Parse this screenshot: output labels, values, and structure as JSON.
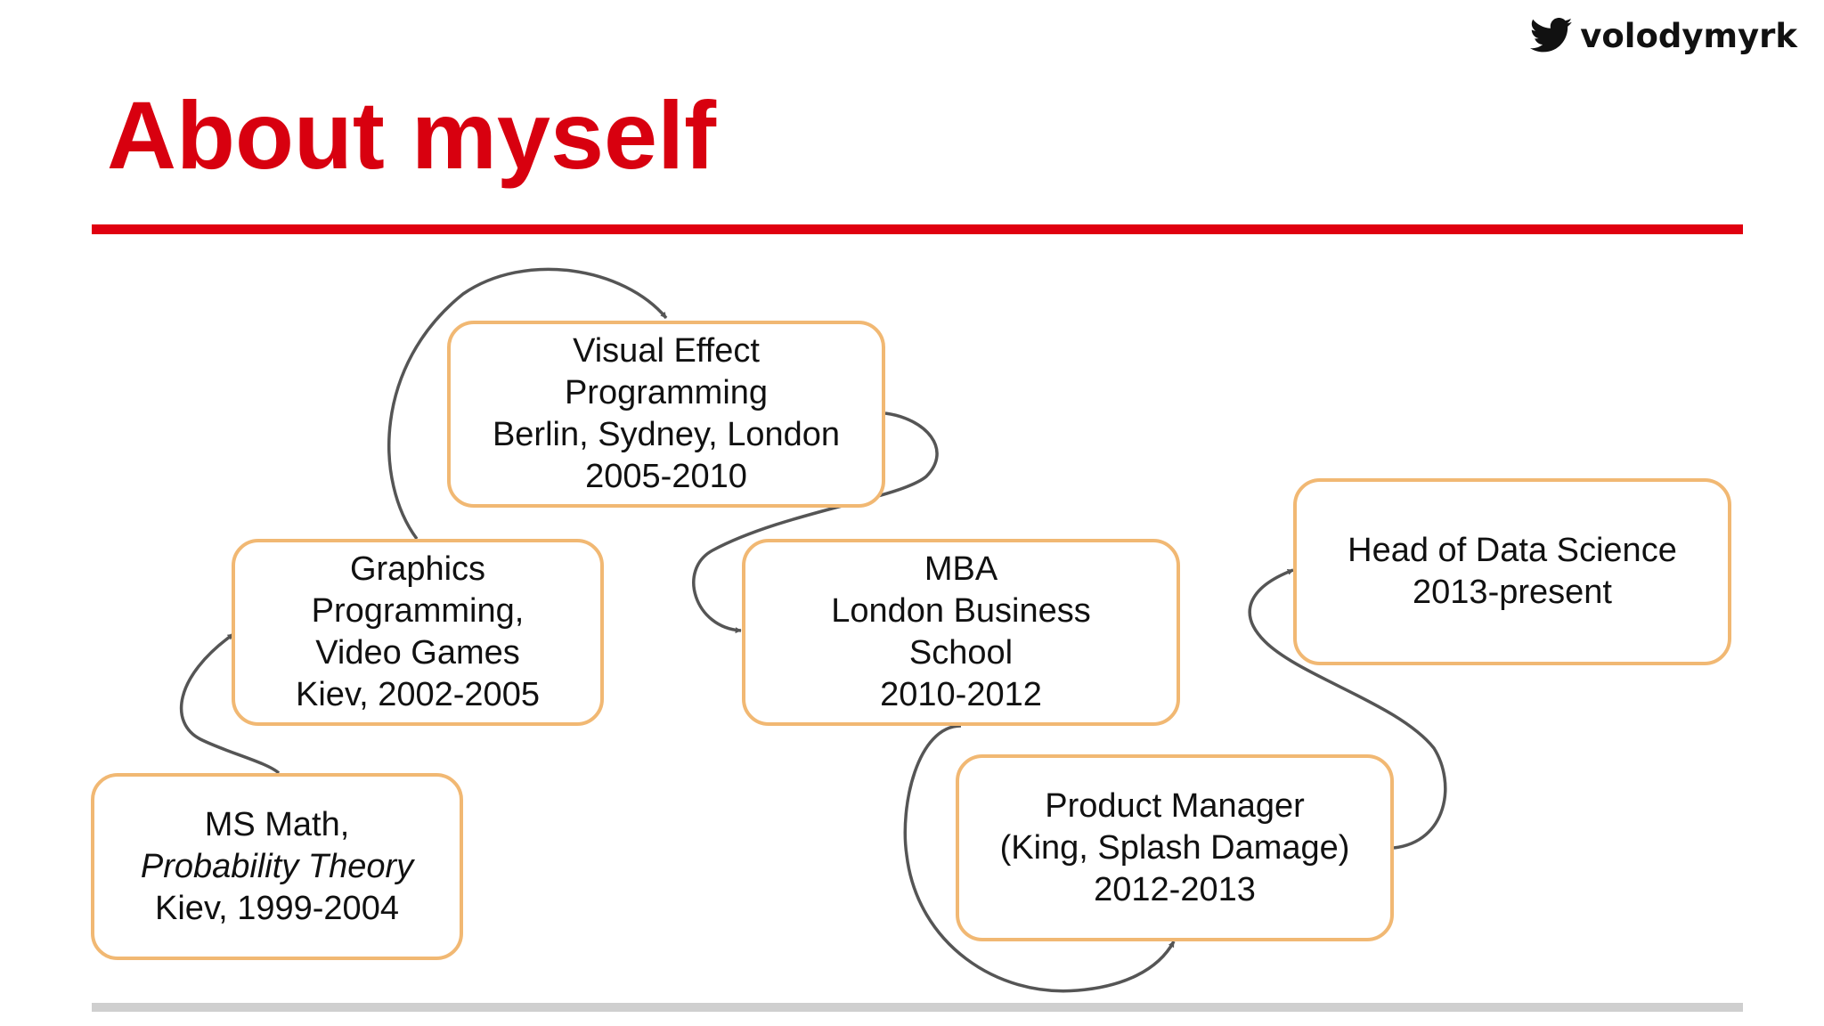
{
  "header": {
    "handle": "volodymyrk",
    "icon": "twitter-bird-icon",
    "title": "About myself"
  },
  "colors": {
    "title": "#d8000f",
    "rule": "#e00010",
    "box_border": "#f1b873",
    "connector": "#555555",
    "footer_rule": "#cfcfcf"
  },
  "timeline": [
    {
      "id": "ms",
      "lines": [
        "MS Math,",
        "Probability Theory",
        "Kiev, 1999-2004"
      ]
    },
    {
      "id": "gp",
      "lines": [
        "Graphics",
        "Programming,",
        "Video Games",
        "Kiev, 2002-2005"
      ]
    },
    {
      "id": "vfx",
      "lines": [
        "Visual Effect",
        "Programming",
        "Berlin, Sydney, London",
        "2005-2010"
      ]
    },
    {
      "id": "mba",
      "lines": [
        "MBA",
        "London Business",
        "School",
        "2010-2012"
      ]
    },
    {
      "id": "pm",
      "lines": [
        "Product Manager",
        "(King, Splash Damage)",
        "2012-2013"
      ]
    },
    {
      "id": "hds",
      "lines": [
        "Head of Data Science",
        "2013-present"
      ]
    }
  ],
  "links": [
    {
      "from": "ms",
      "to": "gp"
    },
    {
      "from": "gp",
      "to": "vfx"
    },
    {
      "from": "vfx",
      "to": "mba"
    },
    {
      "from": "mba",
      "to": "pm"
    },
    {
      "from": "pm",
      "to": "hds"
    }
  ]
}
